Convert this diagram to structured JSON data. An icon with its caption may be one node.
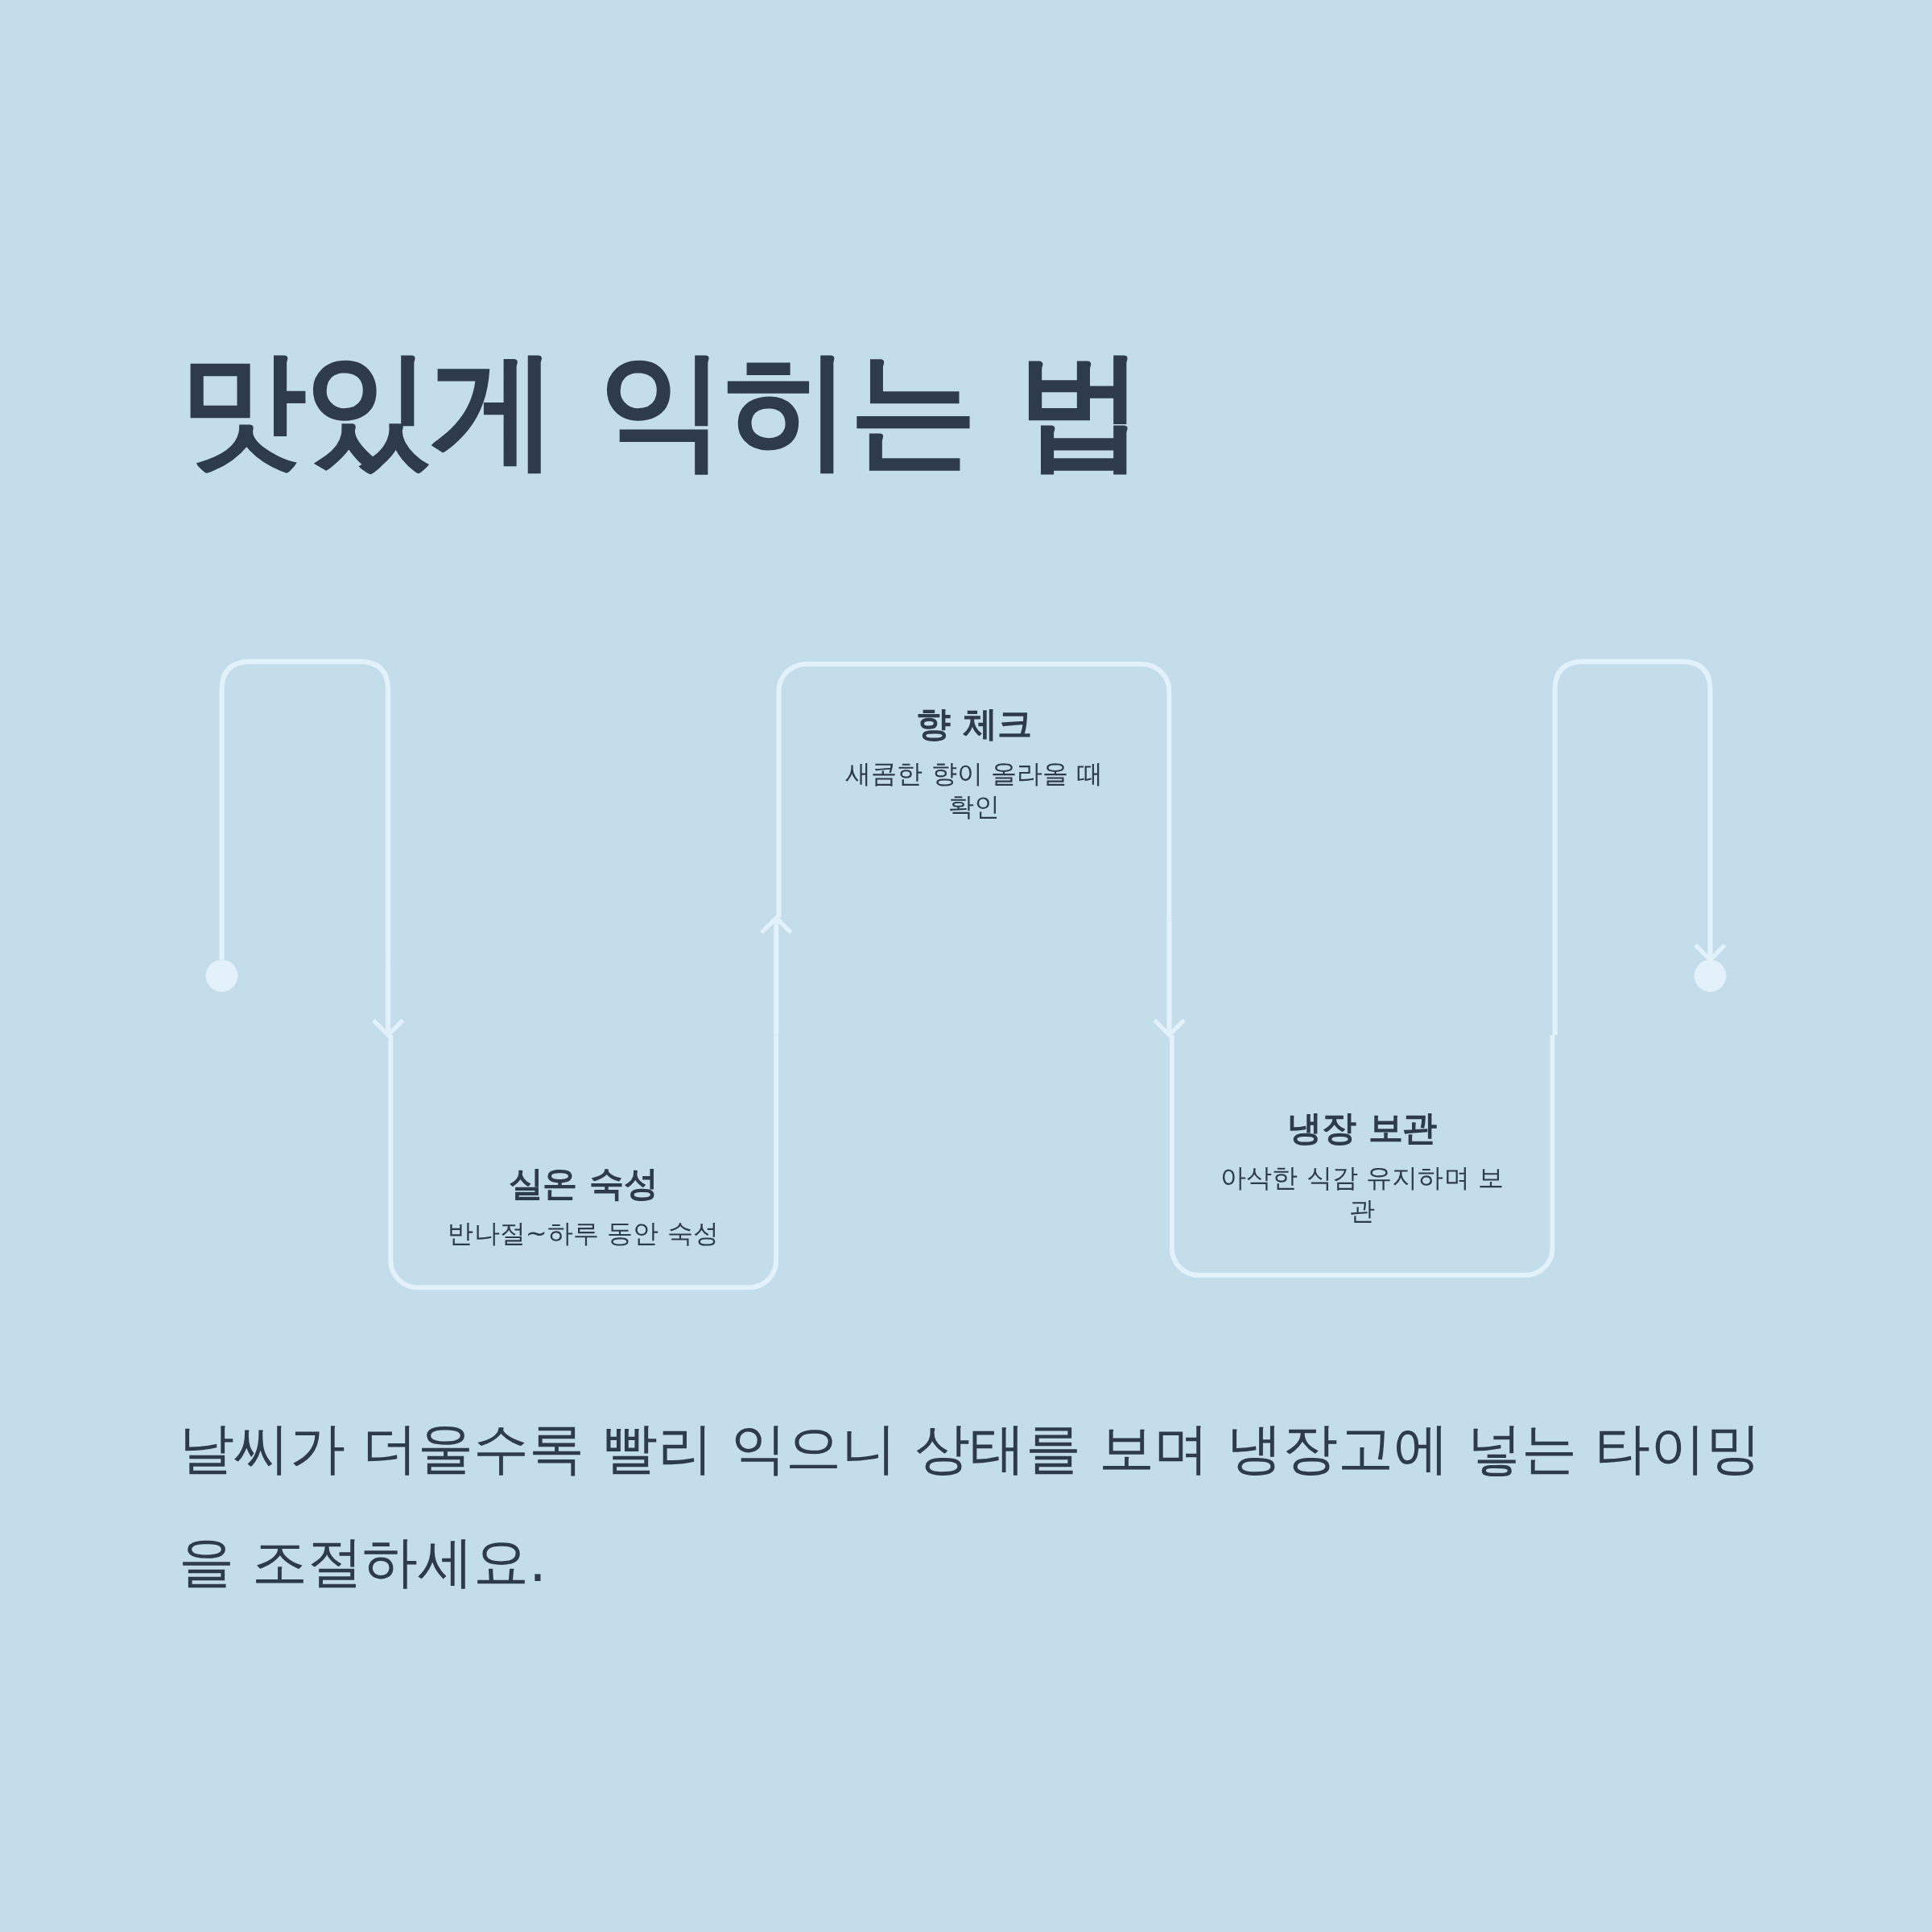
{
  "diagram": {
    "title": "맛있게 익히는 법",
    "nodes": [
      {
        "text": [],
        "shape": "circle"
      },
      {
        "text": [
          "실온 숙성",
          "반나절~하루 동안 숙성"
        ]
      },
      {
        "text": [
          "향 체크",
          "새콤한 향이 올라올 때 확인"
        ]
      },
      {
        "text": [
          "냉장 보관",
          "아삭한 식감 유지하며 보관"
        ]
      },
      {
        "text": [],
        "shape": "circle"
      }
    ],
    "edges": [
      {
        "from": 0,
        "to": 1,
        "arrow": "to"
      },
      {
        "from": 1,
        "to": 2,
        "arrow": "to"
      },
      {
        "from": 2,
        "to": 3,
        "arrow": "to"
      },
      {
        "from": 3,
        "to": 4,
        "arrow": "to"
      }
    ],
    "labels": [
      "날씨가 더울수록 빨리 익으니 상태를 보며 냉장고에 넣는 타이밍을 조절하세요."
    ]
  }
}
